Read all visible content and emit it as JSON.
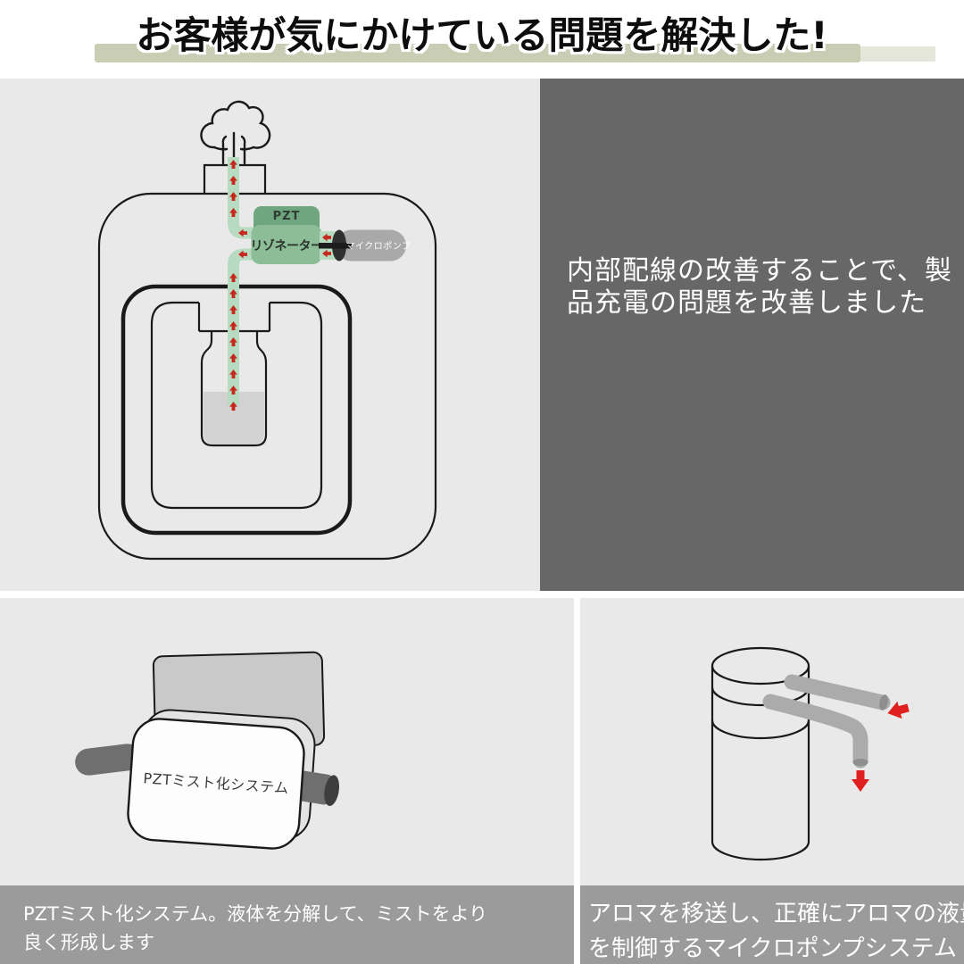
{
  "title": {
    "text": "お客様が気にかけている問題を解決した!"
  },
  "top_left_diagram": {
    "pzt_label": "PZT",
    "resonator_label": "リゾネーター",
    "micro_pump_label": "マイクロポンプ"
  },
  "top_right_panel": {
    "line1": "内部配線の改善することで、製",
    "line2": "品充電の問題を改善しました"
  },
  "bottom_left_panel": {
    "device_label": "PZTミスト化システム",
    "caption_line1": "PZTミスト化システム。液体を分解して、ミストをより",
    "caption_line2": "良く形成します"
  },
  "bottom_right_panel": {
    "caption_line1": "アロマを移送し、正確にアロマの液量",
    "caption_line2": "を制御するマイクロポンプシステム"
  },
  "colors": {
    "highlight_band": "#c8cdb3",
    "panel_light": "#e9e9e9",
    "panel_dark": "#676767",
    "caption_band": "#9b9b9b",
    "tube_green": "#b7dbc0",
    "pzt_green": "#6fa67f",
    "resonator_green": "#8cbd97",
    "pump_gray": "#a9a9a9",
    "arrow_red": "#c6281d",
    "liquid_gray": "#d2d2d2",
    "outline_black": "#1a1a1a"
  }
}
